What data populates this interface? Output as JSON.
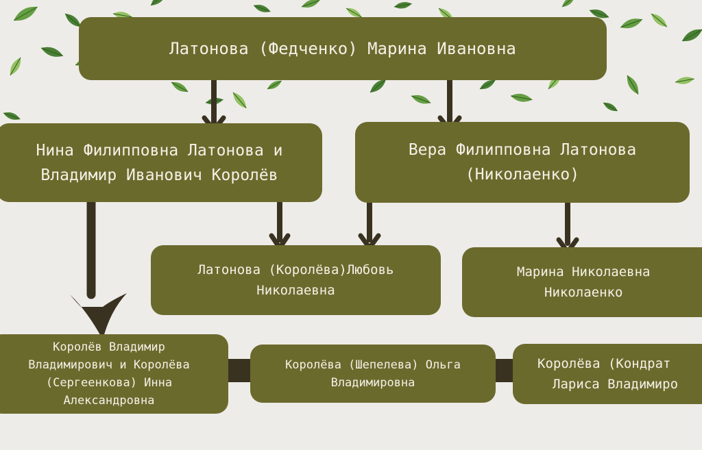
{
  "diagram": {
    "colors": {
      "box_fill": "#6b6a2d",
      "box_text": "#f4f1e6",
      "arrow": "#3a3220",
      "background": "#eeece8",
      "leaf_dark": "#3f7a2a",
      "leaf_mid": "#5d9a3a",
      "leaf_light": "#8cbf5a"
    },
    "root": {
      "line1": "Латонова (Федченко) Марина Ивановна"
    },
    "gen2_left": {
      "line1": "Нина Филипповна Латонова и",
      "line2": "Владимир Иванович Королёв"
    },
    "gen2_right": {
      "line1": "Вера Филипповна Латонова",
      "line2": "(Николаенко)"
    },
    "gen3_left": {
      "line1": "Латонова (Королёва)Любовь",
      "line2": "Николаевна"
    },
    "gen3_right": {
      "line1": "Марина Николаевна",
      "line2": "Николаенко"
    },
    "gen4_left": {
      "line1": "Королёв Владимир",
      "line2": "Владимирович и Королёва",
      "line3": "(Сергеенкова) Инна",
      "line4": "Александровна"
    },
    "gen4_mid": {
      "line1": "Королёва (Шепелева) Ольга",
      "line2": "Владимировна"
    },
    "gen4_right": {
      "line1": "Королёва (Кондрат",
      "line2": "Лариса Владимиро"
    }
  }
}
